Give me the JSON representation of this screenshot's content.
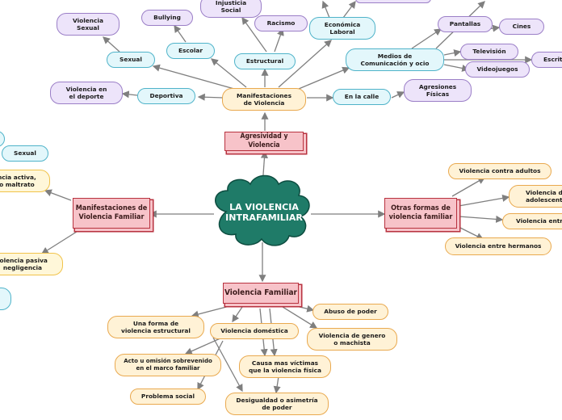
{
  "center": "LA VIOLENCIA\nINTRAFAMILIAR",
  "branches": {
    "agresividad": "Agresividad y Violencia",
    "manifestaciones_vf": "Manifestaciones de\nViolencia Familiar",
    "otras_formas": "Otras formas de\nviolencia familiar",
    "violencia_familiar": "Violencia Familiar"
  },
  "top": {
    "manifestaciones": "Manifestaciones\nde Violencia",
    "deportiva": "Deportiva",
    "violencia_deporte": "Violencia en\nel deporte",
    "sexual": "Sexual",
    "violencia_sexual": "Violencia\nSexual",
    "escolar": "Escolar",
    "bullying": "Bullying",
    "estructural": "Estructural",
    "injusticia_social": "Injusticia\nSocial",
    "racismo": "Racismo",
    "economica_laboral": "Económica\nLaboral",
    "medios": "Medios de\nComunicación y ocio",
    "pantallas": "Pantallas",
    "cines": "Cines",
    "television": "Televisión",
    "escrit": "Escrit",
    "videojuegos": "Videojuegos",
    "en_la_calle": "En la calle",
    "agresiones_fisicas": "Agresiones\nFísicas"
  },
  "left": {
    "sexual": "Sexual",
    "activa": "ncia activa,\n o maltrato",
    "pasiva": "iolencia pasiva\nnegligencia"
  },
  "right": {
    "contra_adultos": "Violencia contra adultos",
    "de_adolescentes": "Violencia de\nadolescente",
    "entre": "Violencia entre",
    "entre_hermanos": "Violencia entre hermanos"
  },
  "bottom": {
    "forma_estructural": "Una forma de\nviolencia estructural",
    "domestica": "Violencia doméstica",
    "abuso_poder": "Abuso de poder",
    "genero": "Violencia de genero\no machista",
    "acto_omision": "Acto u omisión sobrevenido\nen el marco familiar",
    "problema_social": "Problema social",
    "causa_victimas": "Causa mas víctimas\nque la violencia física",
    "desigualdad": "Desigualdad o asimetría\nde poder"
  },
  "colors": {
    "cloud": "#1f7b68",
    "branch_fill": "#f7c3c9",
    "branch_border": "#b8323f",
    "connector": "#7f7f7f"
  }
}
